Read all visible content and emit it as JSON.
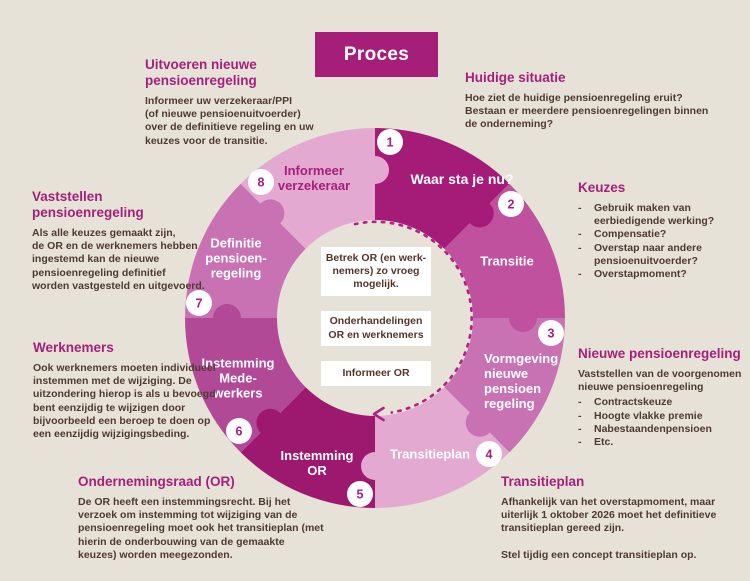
{
  "page": {
    "background_color": "#e7e2d8",
    "accent_color": "#a6207b",
    "body_text_color": "#4e3a30"
  },
  "title": {
    "label": "Proces",
    "box_color": "#a51e78",
    "text_color": "#ffffff"
  },
  "wheel": {
    "arrow_color": "#ac2580",
    "badge_fill": "#ffffff",
    "badge_text_color": "#a6207b",
    "segments": [
      {
        "num": "1",
        "label": "Waar sta je nu?",
        "color": "#a51c78"
      },
      {
        "num": "2",
        "label": "Transitie",
        "color": "#bf519e"
      },
      {
        "num": "3",
        "label": "Vormgeving\nnieuwe\npensioen\nregeling",
        "color": "#c872b4"
      },
      {
        "num": "4",
        "label": "Transitieplan",
        "color": "#e3a9d1"
      },
      {
        "num": "5",
        "label": "Instemming\nOR",
        "color": "#9d1970"
      },
      {
        "num": "6",
        "label": "Instemming\nMede-\nwerkers",
        "color": "#b24997"
      },
      {
        "num": "7",
        "label": "Definitie\npensioen-\nregeling",
        "color": "#c872b4"
      },
      {
        "num": "8",
        "label": "Informeer\nverzekeraar",
        "color": "#e3a9d1"
      }
    ],
    "center_notes": [
      {
        "text": "Betrek OR (en werk-\nnemers) zo vroeg\nmogelijk."
      },
      {
        "text": "Onderhandelingen\nOR en werknemers"
      },
      {
        "text": "Informeer OR"
      }
    ]
  },
  "annotations": {
    "uitvoeren": {
      "heading": "Uitvoeren nieuwe\npensioenregeling",
      "body": "Informeer uw verzekeraar/PPI\n(of nieuwe pensioenuitvoerder)\nover de definitieve regeling en uw\nkeuzes voor de transitie."
    },
    "huidige_situatie": {
      "heading": "Huidige situatie",
      "body": "Hoe ziet de huidige pensioenregeling eruit?\nBestaan er meerdere pensioenregelingen binnen\nde onderneming?"
    },
    "keuzes": {
      "heading": "Keuzes",
      "bullet": "-",
      "items": [
        "Gebruik maken van\neerbiedigende werking?",
        "Compensatie?",
        "Overstap naar andere\npensioenuitvoerder?",
        "Overstapmoment?"
      ]
    },
    "nieuwe_pensioenregeling": {
      "heading": "Nieuwe pensioenregeling",
      "intro": "Vaststellen van de voorgenomen\nnieuwe pensioenregeling",
      "bullet": "-",
      "items": [
        "Contractskeuze",
        "Hoogte vlakke premie",
        "Nabestaandenpensioen",
        "Etc."
      ]
    },
    "transitieplan": {
      "heading": "Transitieplan",
      "body": "Afhankelijk van het overstapmoment, maar\nuiterlijk 1 oktober 2026 moet het definitieve\ntransitieplan gereed zijn.\n\nStel tijdig een concept transitieplan op."
    },
    "ondernemingsraad": {
      "heading": "Ondernemingsraad (OR)",
      "body": "De OR heeft een instemmingsrecht. Bij het\nverzoek om instemming tot wijziging van de\npensioenregeling moet ook het transitieplan (met\nhierin de onderbouwing van de gemaakte\nkeuzes) worden meegezonden."
    },
    "werknemers": {
      "heading": "Werknemers",
      "body": "Ook werknemers moeten individueel\ninstemmen met de wijziging. De\nuitzondering hierop is als u bevoegd\nbent eenzijdig te wijzigen door\nbijvoorbeeld een beroep te doen op\neen eenzijdig wijzigingsbeding."
    },
    "vaststellen": {
      "heading": "Vaststellen\npensioenregeling",
      "body": "Als alle keuzes gemaakt zijn,\nde OR en de werknemers hebben\ningestemd kan de nieuwe\npensioenregeling definitief\nworden vastgesteld en uitgevoerd."
    }
  }
}
